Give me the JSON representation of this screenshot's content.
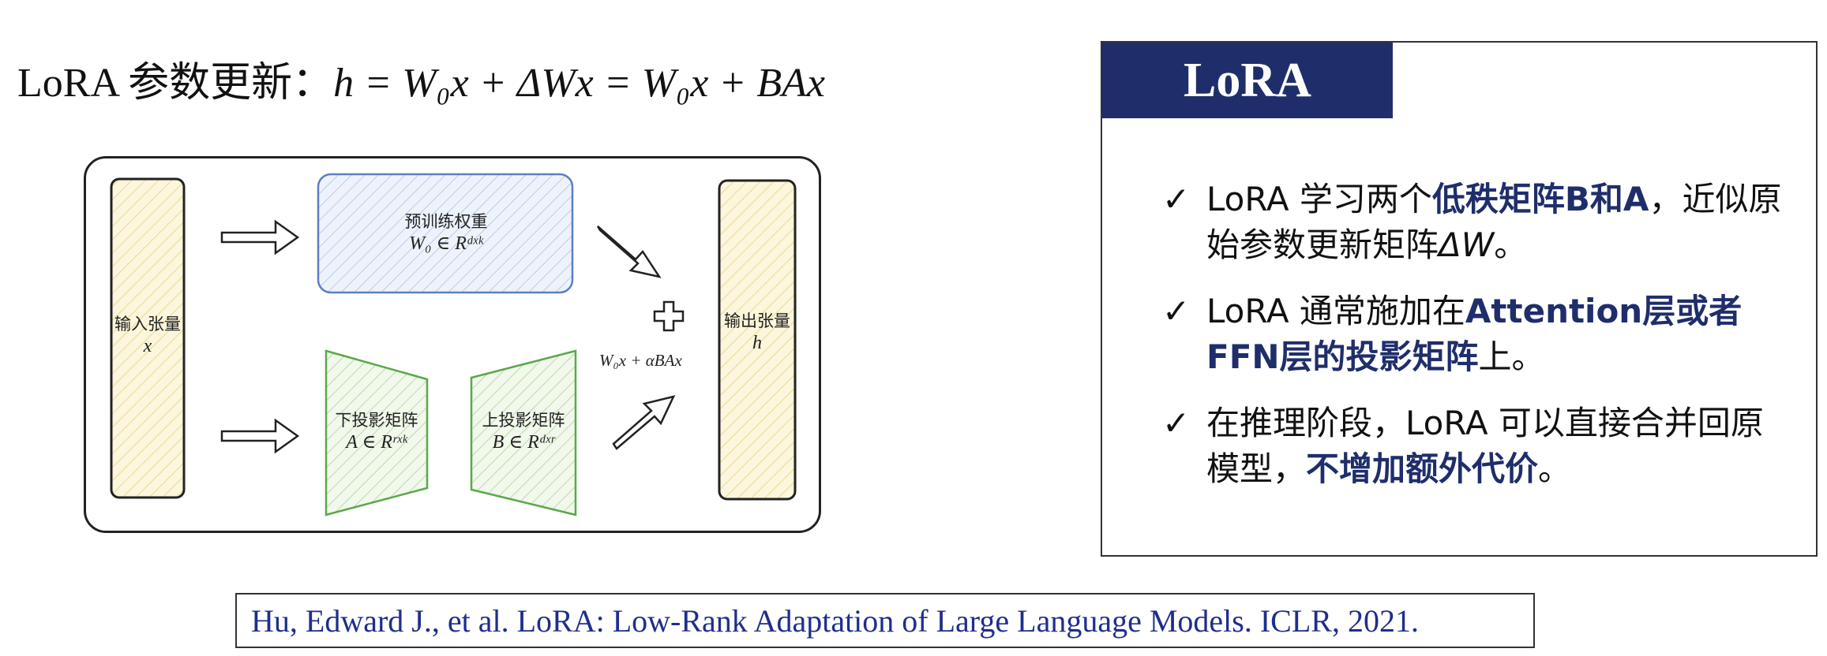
{
  "formula": {
    "prefix": "LoRA 参数更新：",
    "expression": "h = W₀x + ΔWx = W₀x + BAx"
  },
  "diagram": {
    "input": {
      "label": "输入张量",
      "symbol": "x"
    },
    "pretrained": {
      "label": "预训练权重",
      "symbol": "W₀ ∈ R^{d×k}",
      "symbol_display": "W₀ ∈ Rᵈˣᵏ"
    },
    "down_proj": {
      "label": "下投影矩阵",
      "symbol_display": "A ∈ Rʳˣᵏ"
    },
    "up_proj": {
      "label": "上投影矩阵",
      "symbol_display": "B ∈ Rᵈˣʳ"
    },
    "sum": {
      "symbol": "+",
      "expression": "W₀x + αBAx"
    },
    "output": {
      "label": "输出张量",
      "symbol": "h"
    },
    "colors": {
      "yellow_fill": "#fbf6dc",
      "yellow_hatch": "#e8dc90",
      "blue_fill": "#eef3fb",
      "blue_hatch": "#b9cbe6",
      "blue_stroke": "#5b7fc4",
      "green_fill": "#f1f8ec",
      "green_hatch": "#bedaa8",
      "green_stroke": "#5aa84a"
    }
  },
  "panel": {
    "title": "LoRA",
    "accent_color": "#1f2e6b",
    "bullets": [
      {
        "check": "✓",
        "parts": [
          "LoRA 学习两个",
          "低秩矩阵B和A",
          "，近似原始参数更新矩阵",
          "ΔW",
          "。"
        ]
      },
      {
        "check": "✓",
        "parts": [
          "LoRA 通常施加在",
          "Attention层或者FFN层的投影矩阵",
          "上。"
        ]
      },
      {
        "check": "✓",
        "parts": [
          "在推理阶段，LoRA 可以直接合并回原模型，",
          "不增加额外代价",
          "。"
        ]
      }
    ]
  },
  "citation": "Hu, Edward J., et al. LoRA: Low-Rank Adaptation of Large Language Models. ICLR, 2021."
}
